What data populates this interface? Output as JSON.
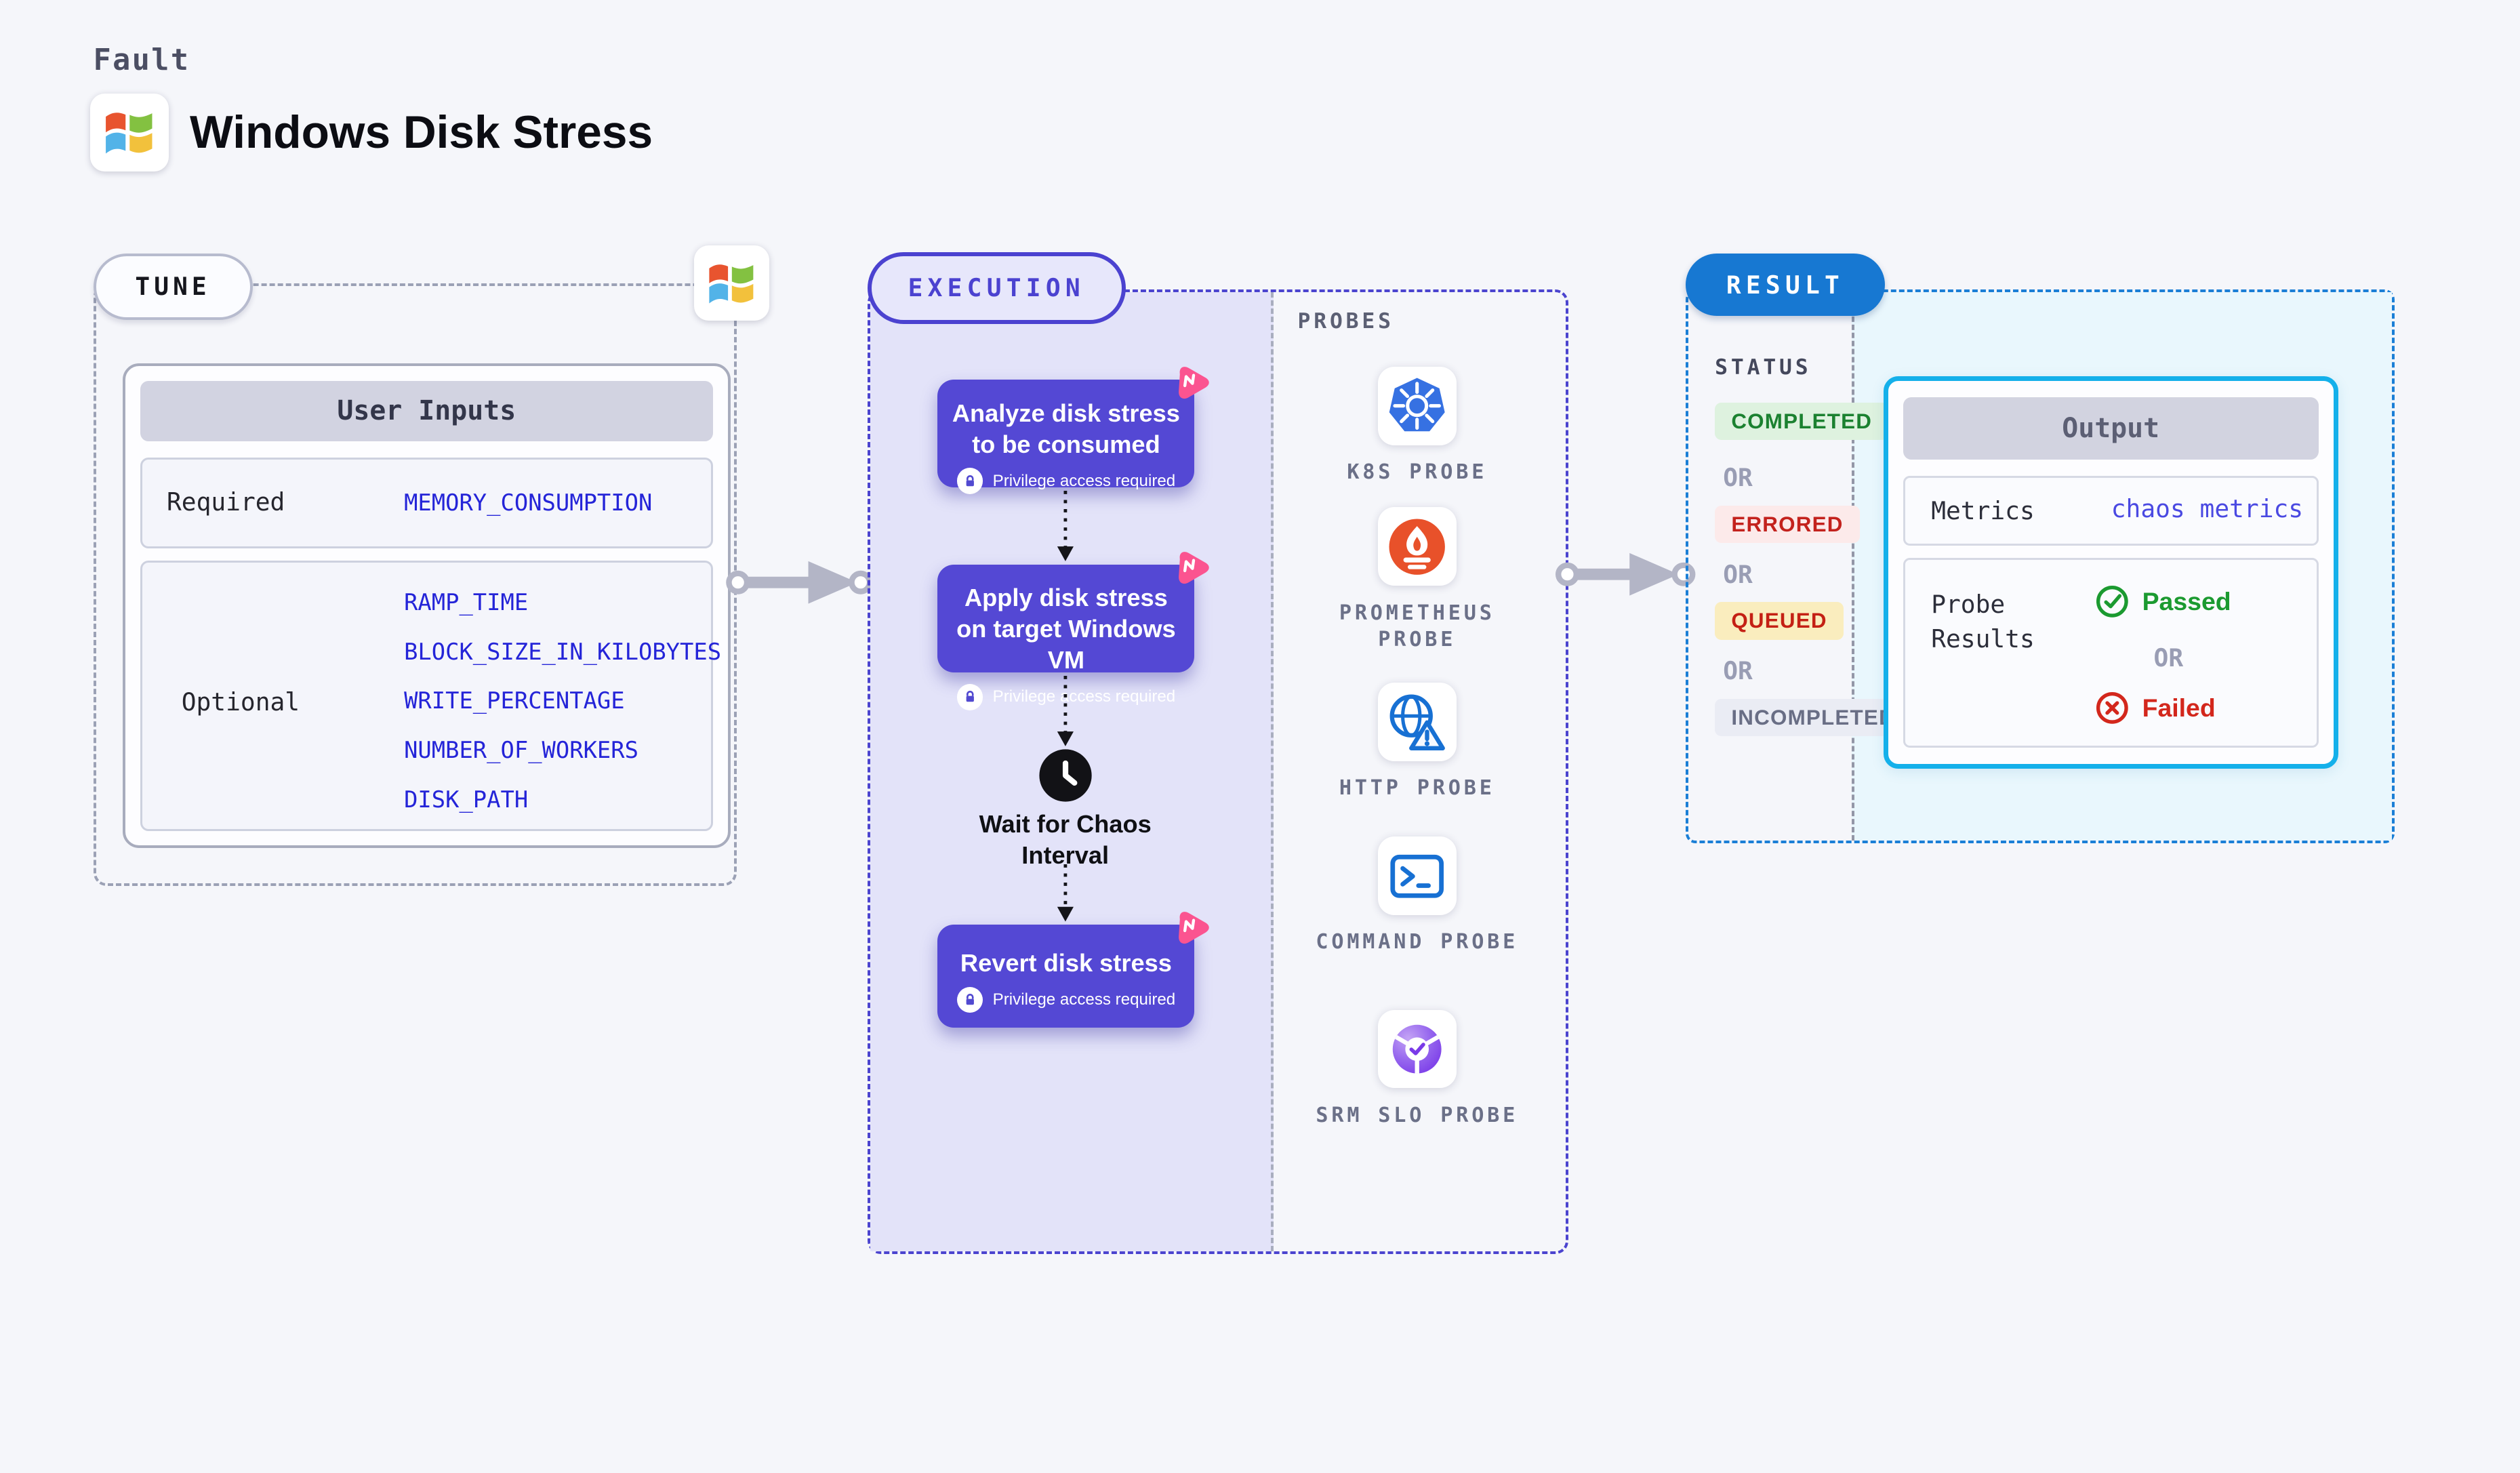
{
  "header": {
    "kicker": "Fault",
    "title": "Windows Disk Stress"
  },
  "tune": {
    "badge": "TUNE",
    "table": {
      "title": "User Inputs",
      "rows": [
        {
          "label": "Required",
          "params": [
            "MEMORY_CONSUMPTION"
          ]
        },
        {
          "label": "Optional",
          "params": [
            "RAMP_TIME",
            "BLOCK_SIZE_IN_KILOBYTES",
            "WRITE_PERCENTAGE",
            "NUMBER_OF_WORKERS",
            "DISK_PATH"
          ]
        }
      ]
    }
  },
  "execution": {
    "badge": "EXECUTION",
    "nodes": [
      {
        "label": "Analyze disk stress to be consumed",
        "note": "Privilege access required"
      },
      {
        "label": "Apply disk stress on target Windows VM",
        "note": "Privilege access required"
      },
      {
        "label": "Revert disk stress",
        "note": "Privilege access required"
      }
    ],
    "wait_label": "Wait for Chaos Interval",
    "probes": {
      "title": "PROBES",
      "items": [
        {
          "name": "K8S PROBE",
          "icon": "kubernetes-icon"
        },
        {
          "name": "PROMETHEUS PROBE",
          "icon": "prometheus-icon"
        },
        {
          "name": "HTTP PROBE",
          "icon": "globe-warning-icon"
        },
        {
          "name": "COMMAND PROBE",
          "icon": "terminal-icon"
        },
        {
          "name": "SRM SLO PROBE",
          "icon": "srm-slo-icon"
        }
      ]
    }
  },
  "result": {
    "badge": "RESULT",
    "status": {
      "title": "STATUS",
      "or": "OR",
      "badges": [
        {
          "label": "COMPLETED",
          "kind": "success"
        },
        {
          "label": "ERRORED",
          "kind": "error"
        },
        {
          "label": "QUEUED",
          "kind": "warning"
        },
        {
          "label": "INCOMPLETED",
          "kind": "neutral"
        }
      ]
    },
    "output": {
      "title": "Output",
      "metrics_label": "Metrics",
      "metrics_value": "chaos metrics",
      "probe_results_label": "Probe Results",
      "passed": "Passed",
      "or": "OR",
      "failed": "Failed"
    }
  },
  "colors": {
    "page_bg": "#f5f6fa",
    "node_purple": "#5448d4",
    "execution_accent": "#4b42d0",
    "execution_fill": "#e3e3f9",
    "result_accent": "#1778d2",
    "result_fill": "#e9f7fd",
    "output_border": "#14b0ea",
    "param_link": "#2424d8",
    "passed_green": "#1b9a30",
    "failed_red": "#d3271c",
    "chaos_pink": "#fb5490",
    "completed_badge": "#def2df",
    "errored_badge": "#fceaea",
    "queued_badge": "#faedbe",
    "incompleted_badge": "#eaecf4"
  }
}
